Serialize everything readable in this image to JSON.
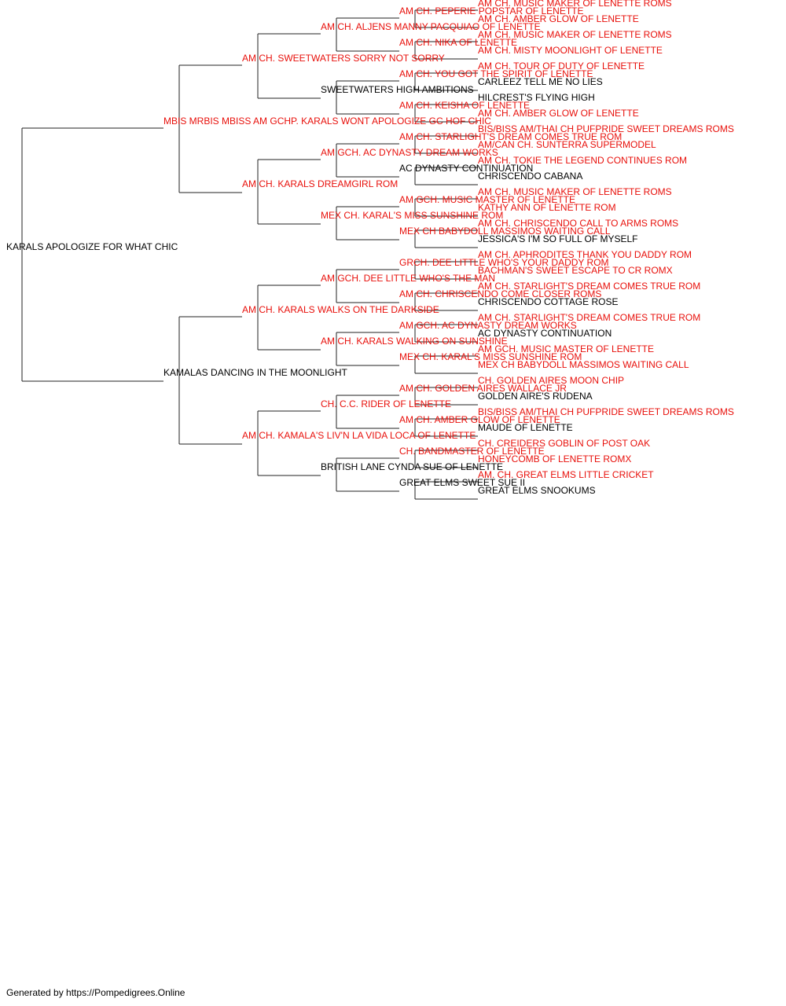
{
  "colors": {
    "titled": "#e8100b",
    "untitled": "#000000",
    "lines": "#222222"
  },
  "pedigree": {
    "name": "KARALS APOLOGIZE FOR WHAT CHIC",
    "titled": false,
    "sire": {
      "name": "MBIS MRBIS MBISS AM GCHP. KARALS WONT APOLOGIZE GC HOF CHIC",
      "titled": true,
      "sire": {
        "name": "AM CH. SWEETWATERS SORRY NOT SORRY",
        "titled": true,
        "sire": {
          "name": "AM CH. ALJENS MANNY PACQUIAO OF LENETTE",
          "titled": true,
          "sire": {
            "name": "AM CH. PEPERIE POPSTAR OF LENETTE",
            "titled": true,
            "sire": {
              "name": "AM CH. MUSIC MAKER OF LENETTE ROMS",
              "titled": true
            },
            "dam": {
              "name": "AM CH. AMBER GLOW OF LENETTE",
              "titled": true
            }
          },
          "dam": {
            "name": "AM CH. NIKA OF LENETTE",
            "titled": true,
            "sire": {
              "name": "AM CH. MUSIC MAKER OF LENETTE ROMS",
              "titled": true
            },
            "dam": {
              "name": "AM CH. MISTY MOONLIGHT OF LENETTE",
              "titled": true
            }
          }
        },
        "dam": {
          "name": "SWEETWATERS HIGH AMBITIONS",
          "titled": false,
          "sire": {
            "name": "AM CH. YOU GOT THE SPIRIT OF LENETTE",
            "titled": true,
            "sire": {
              "name": "AM CH. TOUR OF DUTY OF LENETTE",
              "titled": true
            },
            "dam": {
              "name": "CARLEEZ TELL ME NO LIES",
              "titled": false
            }
          },
          "dam": {
            "name": "AM CH. KEISHA OF LENETTE",
            "titled": true,
            "sire": {
              "name": "HILCREST'S FLYING HIGH",
              "titled": false
            },
            "dam": {
              "name": "AM CH. AMBER GLOW OF LENETTE",
              "titled": true
            }
          }
        }
      },
      "dam": {
        "name": "AM CH. KARALS DREAMGIRL ROM",
        "titled": true,
        "sire": {
          "name": "AM GCH. AC DYNASTY DREAM WORKS",
          "titled": true,
          "sire": {
            "name": "AM CH. STARLIGHT'S DREAM COMES TRUE ROM",
            "titled": true,
            "sire": {
              "name": "BIS/BISS AM/THAI CH PUFPRIDE SWEET DREAMS ROMS",
              "titled": true
            },
            "dam": {
              "name": "AM/CAN CH. SUNTERRA SUPERMODEL",
              "titled": true
            }
          },
          "dam": {
            "name": "AC DYNASTY CONTINUATION",
            "titled": false,
            "sire": {
              "name": "AM CH. TOKIE THE LEGEND CONTINUES ROM",
              "titled": true
            },
            "dam": {
              "name": "CHRISCENDO CABANA",
              "titled": false
            }
          }
        },
        "dam": {
          "name": "MEX CH. KARAL'S MISS SUNSHINE ROM",
          "titled": true,
          "sire": {
            "name": "AM GCH. MUSIC MASTER OF LENETTE",
            "titled": true,
            "sire": {
              "name": "AM CH. MUSIC MAKER OF LENETTE ROMS",
              "titled": true
            },
            "dam": {
              "name": "KATHY ANN OF LENETTE ROM",
              "titled": true
            }
          },
          "dam": {
            "name": "MEX CH BABYDOLL MASSIMOS WAITING CALL",
            "titled": true,
            "sire": {
              "name": "AM CH. CHRISCENDO CALL TO ARMS ROMS",
              "titled": true
            },
            "dam": {
              "name": "JESSICA'S I'M SO FULL OF MYSELF",
              "titled": false
            }
          }
        }
      }
    },
    "dam": {
      "name": "KAMALAS DANCING IN THE MOONLIGHT",
      "titled": false,
      "sire": {
        "name": "AM CH. KARALS WALKS ON THE DARKSIDE",
        "titled": true,
        "sire": {
          "name": "AM GCH. DEE LITTLE WHO'S THE MAN",
          "titled": true,
          "sire": {
            "name": "GRCH. DEE LITTLE WHO'S YOUR DADDY ROM",
            "titled": true,
            "sire": {
              "name": "AM CH. APHRODITES THANK YOU DADDY ROM",
              "titled": true
            },
            "dam": {
              "name": "BACHMAN'S SWEET ESCAPE TO CR ROMX",
              "titled": true
            }
          },
          "dam": {
            "name": "AM CH. CHRISCENDO COME CLOSER ROMS",
            "titled": true,
            "sire": {
              "name": "AM CH. STARLIGHT'S DREAM COMES TRUE ROM",
              "titled": true
            },
            "dam": {
              "name": "CHRISCENDO COTTAGE ROSE",
              "titled": false
            }
          }
        },
        "dam": {
          "name": "AM CH. KARALS WALKING ON SUNSHINE",
          "titled": true,
          "sire": {
            "name": "AM GCH. AC DYNASTY DREAM WORKS",
            "titled": true,
            "sire": {
              "name": "AM CH. STARLIGHT'S DREAM COMES TRUE ROM",
              "titled": true
            },
            "dam": {
              "name": "AC DYNASTY CONTINUATION",
              "titled": false
            }
          },
          "dam": {
            "name": "MEX CH. KARAL'S MISS SUNSHINE ROM",
            "titled": true,
            "sire": {
              "name": "AM GCH. MUSIC MASTER OF LENETTE",
              "titled": true
            },
            "dam": {
              "name": "MEX CH BABYDOLL MASSIMOS WAITING CALL",
              "titled": true
            }
          }
        }
      },
      "dam": {
        "name": "AM CH. KAMALA'S LIV'N LA VIDA LOCA OF LENETTE",
        "titled": true,
        "sire": {
          "name": "CH. C.C. RIDER OF LENETTE",
          "titled": true,
          "sire": {
            "name": "AM CH. GOLDEN AIRES WALLACE JR",
            "titled": true,
            "sire": {
              "name": "CH. GOLDEN AIRES MOON CHIP",
              "titled": true
            },
            "dam": {
              "name": "GOLDEN AIRE'S RUDENA",
              "titled": false
            }
          },
          "dam": {
            "name": "AM CH. AMBER GLOW OF LENETTE",
            "titled": true,
            "sire": {
              "name": "BIS/BISS AM/THAI CH PUFPRIDE SWEET DREAMS ROMS",
              "titled": true
            },
            "dam": {
              "name": "MAUDE OF LENETTE",
              "titled": false
            }
          }
        },
        "dam": {
          "name": "BRITISH LANE CYNDA SUE OF LENETTE",
          "titled": false,
          "sire": {
            "name": "CH. BANDMASTER OF LENETTE",
            "titled": true,
            "sire": {
              "name": "CH. CREIDERS GOBLIN OF POST OAK",
              "titled": true
            },
            "dam": {
              "name": "HONEYCOMB OF LENETTE ROMX",
              "titled": true
            }
          },
          "dam": {
            "name": "GREAT ELMS SWEET SUE II",
            "titled": false,
            "sire": {
              "name": "AM. CH. GREAT ELMS LITTLE CRICKET",
              "titled": true
            },
            "dam": {
              "name": "GREAT ELMS SNOOKUMS",
              "titled": false
            }
          }
        }
      }
    }
  },
  "footer": {
    "text": "Generated by https://Pompedigrees.Online"
  }
}
